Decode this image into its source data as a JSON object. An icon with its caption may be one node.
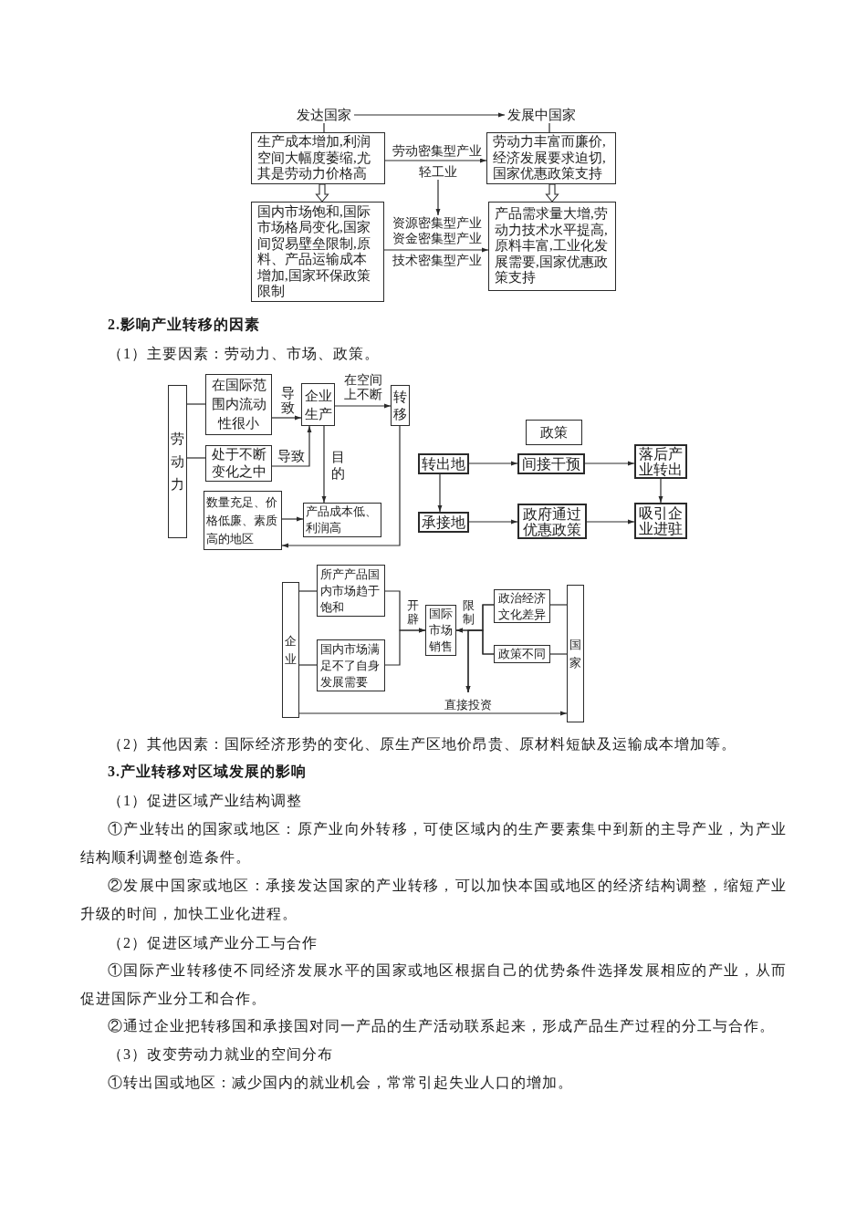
{
  "diagram": {
    "nodes": [
      {
        "text": [
          "发达国家"
        ]
      },
      {
        "text": [
          "发展中国家"
        ]
      },
      {
        "text": [
          "生产成本增加,利润空间大幅度萎缩,尤其是劳动力价格高"
        ]
      },
      {
        "text": [
          "轻工业"
        ]
      },
      {
        "text": [
          "劳动力丰富而廉价,经济发展要求迫切,国家优惠政策支持"
        ]
      },
      {
        "text": [
          "国内市场饱和,国际市场格局变化,国家间贸易壁垒限制,原料、产品运输成本增加,国家环保政策限制"
        ]
      },
      {
        "text": [
          "资源密集型产业",
          "资金密集型产业"
        ]
      },
      {
        "text": [
          "产品需求量大增,劳动力技术水平提高,原料丰富,工业化发展需要,国家优惠政策支持"
        ]
      },
      {
        "text": [
          "劳动力"
        ]
      },
      {
        "text": [
          "在国际范围内流动性很小"
        ]
      },
      {
        "text": [
          "企业生产"
        ]
      },
      {
        "text": [
          "转移"
        ]
      },
      {
        "text": [
          "处于不断变化之中"
        ]
      },
      {
        "text": [
          "数量充足、价格低廉、素质高的地区"
        ]
      },
      {
        "text": [
          "产品成本低、利润高"
        ]
      },
      {
        "text": [
          "政策"
        ]
      },
      {
        "text": [
          "转出地"
        ]
      },
      {
        "text": [
          "间接干预"
        ]
      },
      {
        "text": [
          "落后产业转出"
        ]
      },
      {
        "text": [
          "承接地"
        ]
      },
      {
        "text": [
          "政府通过优惠政策"
        ]
      },
      {
        "text": [
          "吸引企业进驻"
        ]
      },
      {
        "text": [
          "企业"
        ]
      },
      {
        "text": [
          "所产产品国内市场趋于饱和"
        ]
      },
      {
        "text": [
          "国内市场满足不了自身发展需要"
        ]
      },
      {
        "text": [
          "国际市场销售"
        ]
      },
      {
        "text": [
          "政治经济文化差异"
        ]
      },
      {
        "text": [
          "政策不同"
        ]
      },
      {
        "text": [
          "国家"
        ]
      }
    ],
    "edges": [
      {
        "from": 0,
        "to": 1,
        "arrow": "to"
      },
      {
        "from": 0,
        "to": 2,
        "arrow": "none"
      },
      {
        "from": 1,
        "to": 4,
        "arrow": "none"
      },
      {
        "from": 2,
        "to": 4,
        "arrow": "to",
        "label": "劳动密集型产业"
      },
      {
        "from": 3,
        "to": 6,
        "arrow": "to"
      },
      {
        "from": 5,
        "to": 7,
        "arrow": "to",
        "label": "技术密集型产业"
      },
      {
        "from": 2,
        "to": 5,
        "arrow": "to",
        "style": "thick"
      },
      {
        "from": 4,
        "to": 7,
        "arrow": "to",
        "style": "thick"
      },
      {
        "from": 8,
        "to": 9,
        "arrow": "none"
      },
      {
        "from": 8,
        "to": 12,
        "arrow": "none"
      },
      {
        "from": 9,
        "to": 10,
        "arrow": "to",
        "label": "导致"
      },
      {
        "from": 12,
        "to": 10,
        "arrow": "to",
        "label": "导致"
      },
      {
        "from": 10,
        "to": 11,
        "arrow": "to",
        "label": "在空间上不断"
      },
      {
        "from": 10,
        "to": 14,
        "arrow": "to",
        "label": "目的"
      },
      {
        "from": 13,
        "to": 14,
        "arrow": "to"
      },
      {
        "from": 11,
        "to": 13,
        "arrow": "to"
      },
      {
        "from": 16,
        "to": 17,
        "arrow": "to"
      },
      {
        "from": 17,
        "to": 18,
        "arrow": "to"
      },
      {
        "from": 16,
        "to": 19,
        "arrow": "to"
      },
      {
        "from": 19,
        "to": 20,
        "arrow": "to"
      },
      {
        "from": 20,
        "to": 21,
        "arrow": "to"
      },
      {
        "from": 18,
        "to": 21,
        "arrow": "to"
      },
      {
        "from": 22,
        "to": 23,
        "arrow": "none"
      },
      {
        "from": 22,
        "to": 24,
        "arrow": "none"
      },
      {
        "from": 23,
        "to": 25,
        "arrow": "to",
        "label": "开辟"
      },
      {
        "from": 24,
        "to": 25,
        "arrow": "to"
      },
      {
        "from": 28,
        "to": 26,
        "arrow": "none"
      },
      {
        "from": 28,
        "to": 27,
        "arrow": "none"
      },
      {
        "from": 26,
        "to": 25,
        "arrow": "to",
        "label": "限制"
      },
      {
        "from": 27,
        "to": 25,
        "arrow": "to"
      },
      {
        "from": 26,
        "to": null,
        "arrow": "to"
      },
      {
        "from": 27,
        "to": null,
        "arrow": "to"
      },
      {
        "from": 22,
        "to": 28,
        "arrow": "to",
        "label": "直接投资"
      }
    ],
    "labels": [
      "2.影响产业转移的因素",
      "（1）主要因素：劳动力、市场、政策。",
      "（2）其他因素：国际经济形势的变化、原生产区地价昂贵、原材料短缺及运输成本增加等。",
      "3.产业转移对区域发展的影响",
      "（1）促进区域产业结构调整",
      "①产业转出的国家或地区：原产业向外转移，可使区域内的生产要素集中到新的主导产业，为产业结构顺利调整创造条件。",
      "②发展中国家或地区：承接发达国家的产业转移，可以加快本国或地区的经济结构调整，缩短产业升级的时间，加快工业化进程。",
      "（2）促进区域产业分工与合作",
      "①国际产业转移使不同经济发展水平的国家或地区根据自己的优势条件选择发展相应的产业，从而促进国际产业分工和合作。",
      "②通过企业把转移国和承接国对同一产品的生产活动联系起来，形成产品生产过程的分工与合作。",
      "（3）改变劳动力就业的空间分布",
      "①转出国或地区：减少国内的就业机会，常常引起失业人口的增加。"
    ]
  }
}
